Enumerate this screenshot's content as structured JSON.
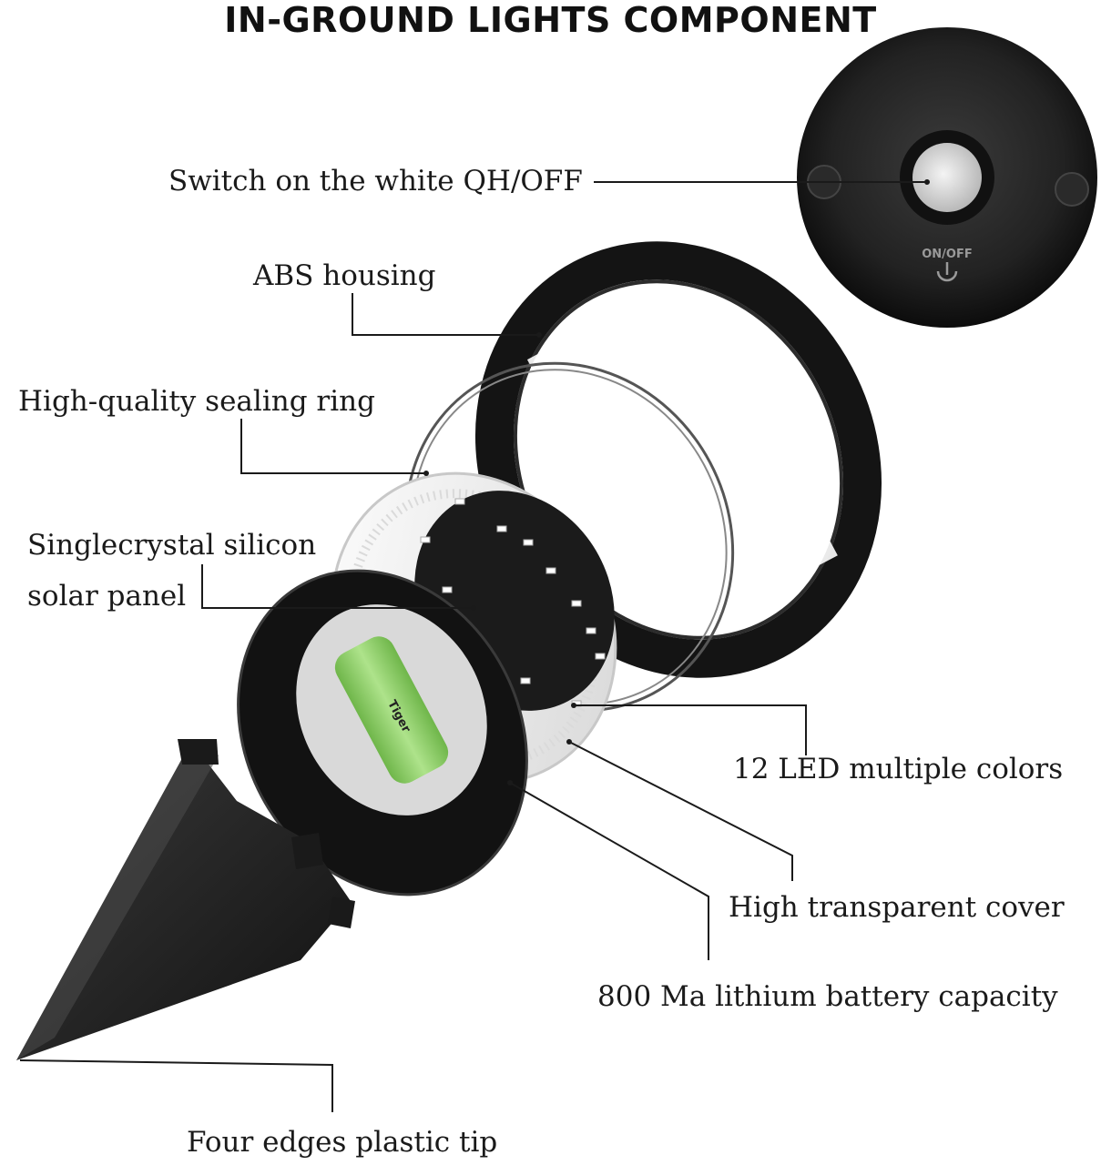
{
  "title": "IN-GROUND LIGHTS COMPONENT",
  "device_print": {
    "switch_marking": "ON/OFF",
    "battery_brand": "Tiger"
  },
  "labels": {
    "switch": "Switch on the white QH/OFF",
    "abs_housing": "ABS housing",
    "sealing_ring": "High-quality sealing ring",
    "solar_panel_line1": "Singlecrystal silicon",
    "solar_panel_line2": "solar panel",
    "led": "12 LED multiple colors",
    "cover": "High transparent cover",
    "battery": "800 Ma lithium battery capacity",
    "tip": "Four edges plastic tip"
  },
  "colors": {
    "leader_line": "#1a1a1a",
    "housing": "#151515",
    "battery_green": "#8fd16a",
    "cover_white": "#ececec"
  }
}
